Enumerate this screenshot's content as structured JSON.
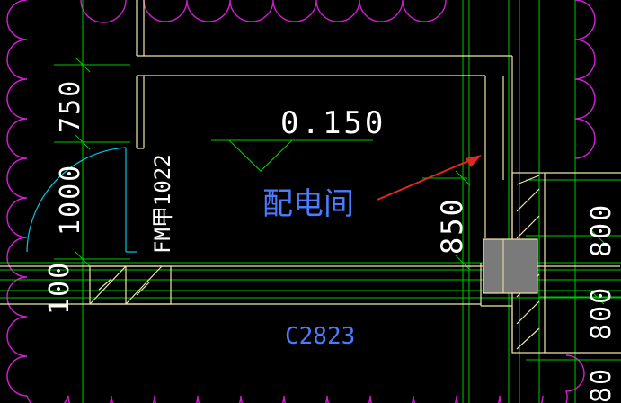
{
  "drawing": {
    "elevation_label": "0.150",
    "room_name": "配电间",
    "door_label": "FM甲1022",
    "window_label": "C2823",
    "dims": {
      "d750": "750",
      "d1000": "1000",
      "d100": "100",
      "d850": "850",
      "d800_top": "800",
      "d800_bottom": "800",
      "d80_partial": "80"
    }
  },
  "colors": {
    "background": "#000000",
    "grid": "#00c800",
    "wall": "#f2e6a8",
    "cloud": "#d21ed2",
    "door_arc": "#00c8e6",
    "arrow": "#e0281e",
    "room_text": "#4b7cff",
    "dim_text": "#ffffff",
    "column_fill": "#7a7a7a"
  }
}
